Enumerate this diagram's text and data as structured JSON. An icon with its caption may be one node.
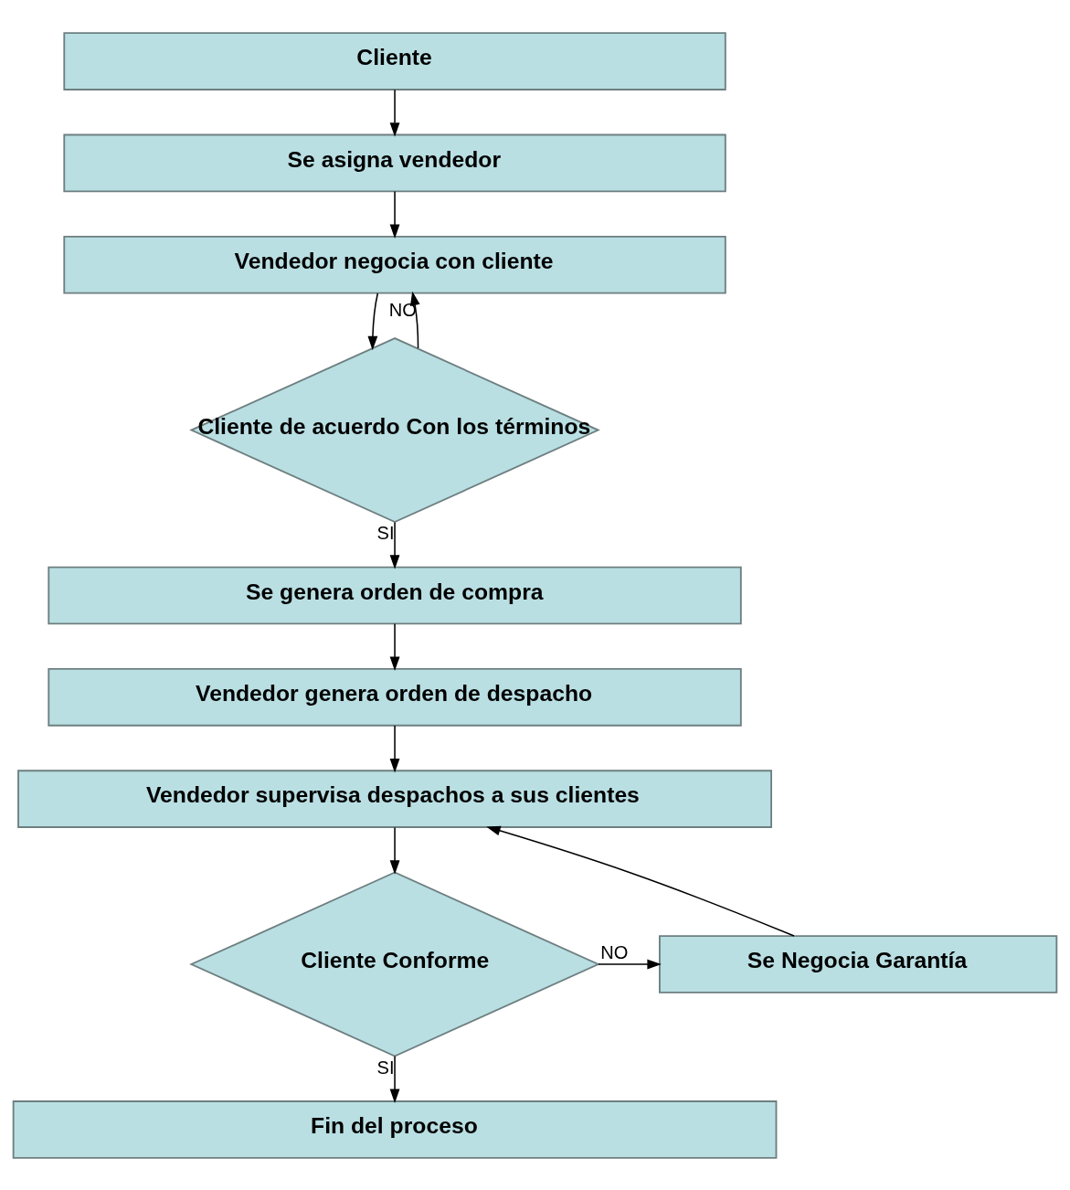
{
  "diagram": {
    "nodes": [
      {
        "text": [
          "Cliente"
        ]
      },
      {
        "text": [
          "Se asigna vendedor"
        ]
      },
      {
        "text": [
          "Vendedor negocia con cliente"
        ]
      },
      {
        "text": [
          "Cliente de acuerdo Con los términos"
        ]
      },
      {
        "text": [
          "Se genera orden de compra"
        ]
      },
      {
        "text": [
          "Vendedor genera orden de despacho"
        ]
      },
      {
        "text": [
          "Vendedor supervisa despachos a sus clientes"
        ]
      },
      {
        "text": [
          "Cliente Conforme"
        ]
      },
      {
        "text": [
          "Se Negocia Garantía"
        ]
      },
      {
        "text": [
          "Fin del proceso"
        ]
      }
    ],
    "edges": [
      {
        "from": 0,
        "to": 1,
        "arrow": "to"
      },
      {
        "from": 1,
        "to": 2,
        "arrow": "to"
      },
      {
        "from": 2,
        "to": 3,
        "arrow": "to"
      },
      {
        "from": 3,
        "to": 2,
        "arrow": "to",
        "label": "NO"
      },
      {
        "from": 3,
        "to": 4,
        "arrow": "to",
        "label": "SI"
      },
      {
        "from": 4,
        "to": 5,
        "arrow": "to"
      },
      {
        "from": 5,
        "to": 6,
        "arrow": "to"
      },
      {
        "from": 6,
        "to": 7,
        "arrow": "to"
      },
      {
        "from": 7,
        "to": 8,
        "arrow": "to",
        "label": "NO"
      },
      {
        "from": 8,
        "to": 6,
        "arrow": "to"
      },
      {
        "from": 7,
        "to": 9,
        "arrow": "to",
        "label": "SI"
      }
    ]
  }
}
